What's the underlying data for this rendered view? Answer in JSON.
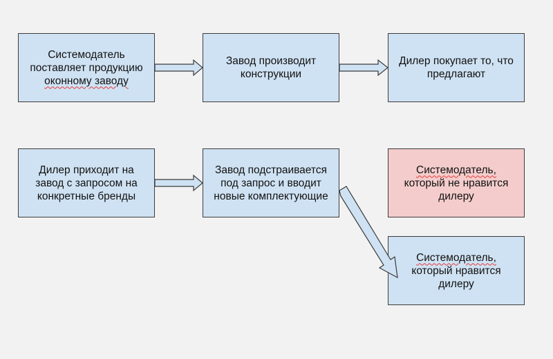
{
  "boxes": {
    "b1": {
      "lines": [
        "Системодатель",
        "поставляет продукцию",
        "оконному заводу"
      ]
    },
    "b2": {
      "lines": [
        "Завод производит",
        "конструкции"
      ]
    },
    "b3": {
      "lines": [
        "Дилер покупает то, что",
        "предлагают"
      ]
    },
    "b4": {
      "lines": [
        "Дилер приходит на",
        "завод с запросом на",
        "конкретные бренды"
      ]
    },
    "b5": {
      "lines": [
        "Завод подстраивается",
        "под запрос и вводит",
        "новые комплектующие"
      ]
    },
    "b6": {
      "lines": [
        "Системодатель,",
        "который не нравится",
        "дилеру"
      ]
    },
    "b7": {
      "lines": [
        "Системодатель,",
        "который нравится",
        "дилеру"
      ]
    }
  },
  "colors": {
    "box_fill": "#cfe2f3",
    "box_fill_highlight": "#f4cccc",
    "border": "#3b3b3b",
    "background": "#f2f2f2"
  }
}
